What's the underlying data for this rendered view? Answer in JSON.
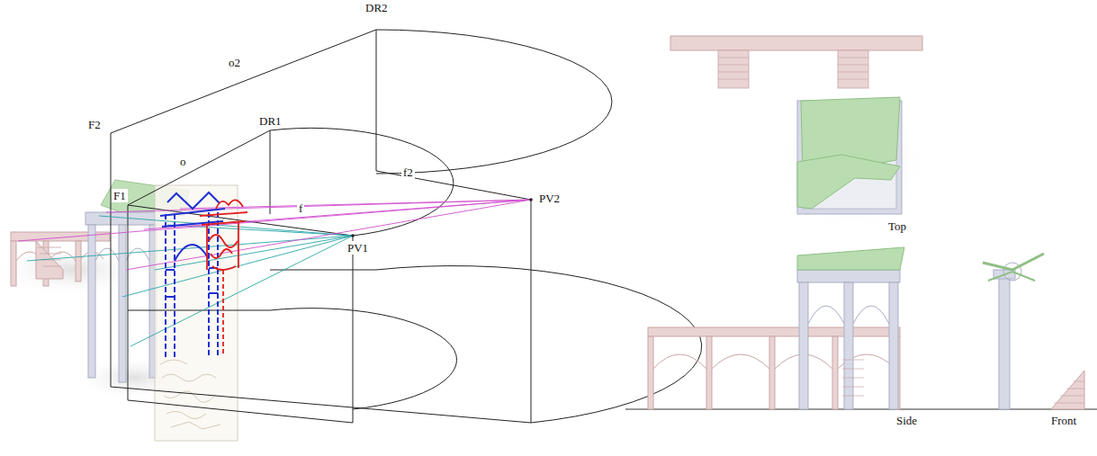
{
  "diagram": {
    "labels": [
      "DR2",
      "o2",
      "F2",
      "DR1",
      "o",
      "F1",
      "f",
      "PV1",
      "f2",
      "PV2",
      "Top",
      "Side",
      "Front"
    ]
  }
}
